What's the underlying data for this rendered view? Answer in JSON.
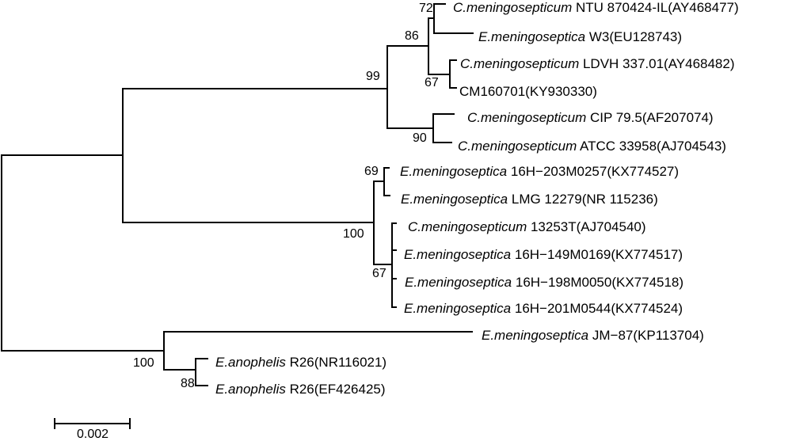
{
  "tree": {
    "leaves": [
      {
        "id": "L1",
        "species": "C.meningosepticum",
        "strain": " NTU 870424-IL(AY468477)"
      },
      {
        "id": "L2",
        "species": "E.meningoseptica",
        "strain": " W3(EU128743)"
      },
      {
        "id": "L3",
        "species": "C.meningosepticum",
        "strain": " LDVH 337.01(AY468482)"
      },
      {
        "id": "L4",
        "species": "",
        "strain": "CM160701(KY930330)"
      },
      {
        "id": "L5",
        "species": "C.meningosepticum",
        "strain": " CIP 79.5(AF207074)"
      },
      {
        "id": "L6",
        "species": "C.meningosepticum",
        "strain": " ATCC 33958(AJ704543)"
      },
      {
        "id": "L7",
        "species": "E.meningoseptica",
        "strain": " 16H−203M0257(KX774527)"
      },
      {
        "id": "L8",
        "species": "E.meningoseptica",
        "strain": " LMG 12279(NR 115236)"
      },
      {
        "id": "L9",
        "species": "C.meningosepticum",
        "strain": " 13253T(AJ704540)"
      },
      {
        "id": "L10",
        "species": "E.meningoseptica",
        "strain": " 16H−149M0169(KX774517)"
      },
      {
        "id": "L11",
        "species": "E.meningoseptica",
        "strain": " 16H−198M0050(KX774518)"
      },
      {
        "id": "L12",
        "species": "E.meningoseptica",
        "strain": " 16H−201M0544(KX774524)"
      },
      {
        "id": "L13",
        "species": "E.meningoseptica",
        "strain": " JM−87(KP113704)"
      },
      {
        "id": "L14",
        "species": "E.anophelis",
        "strain": " R26(NR116021)"
      },
      {
        "id": "L15",
        "species": "E.anophelis",
        "strain": " R26(EF426425)"
      }
    ],
    "support_values": [
      {
        "node": "n72",
        "value": "72"
      },
      {
        "node": "n86",
        "value": "86"
      },
      {
        "node": "n67a",
        "value": "67"
      },
      {
        "node": "n99",
        "value": "99"
      },
      {
        "node": "n90",
        "value": "90"
      },
      {
        "node": "n69",
        "value": "69"
      },
      {
        "node": "n67b",
        "value": "67"
      },
      {
        "node": "n100a",
        "value": "100"
      },
      {
        "node": "n100b",
        "value": "100"
      },
      {
        "node": "n88",
        "value": "88"
      }
    ],
    "scale_bar": {
      "label": "0.002",
      "length": 0.002
    }
  }
}
